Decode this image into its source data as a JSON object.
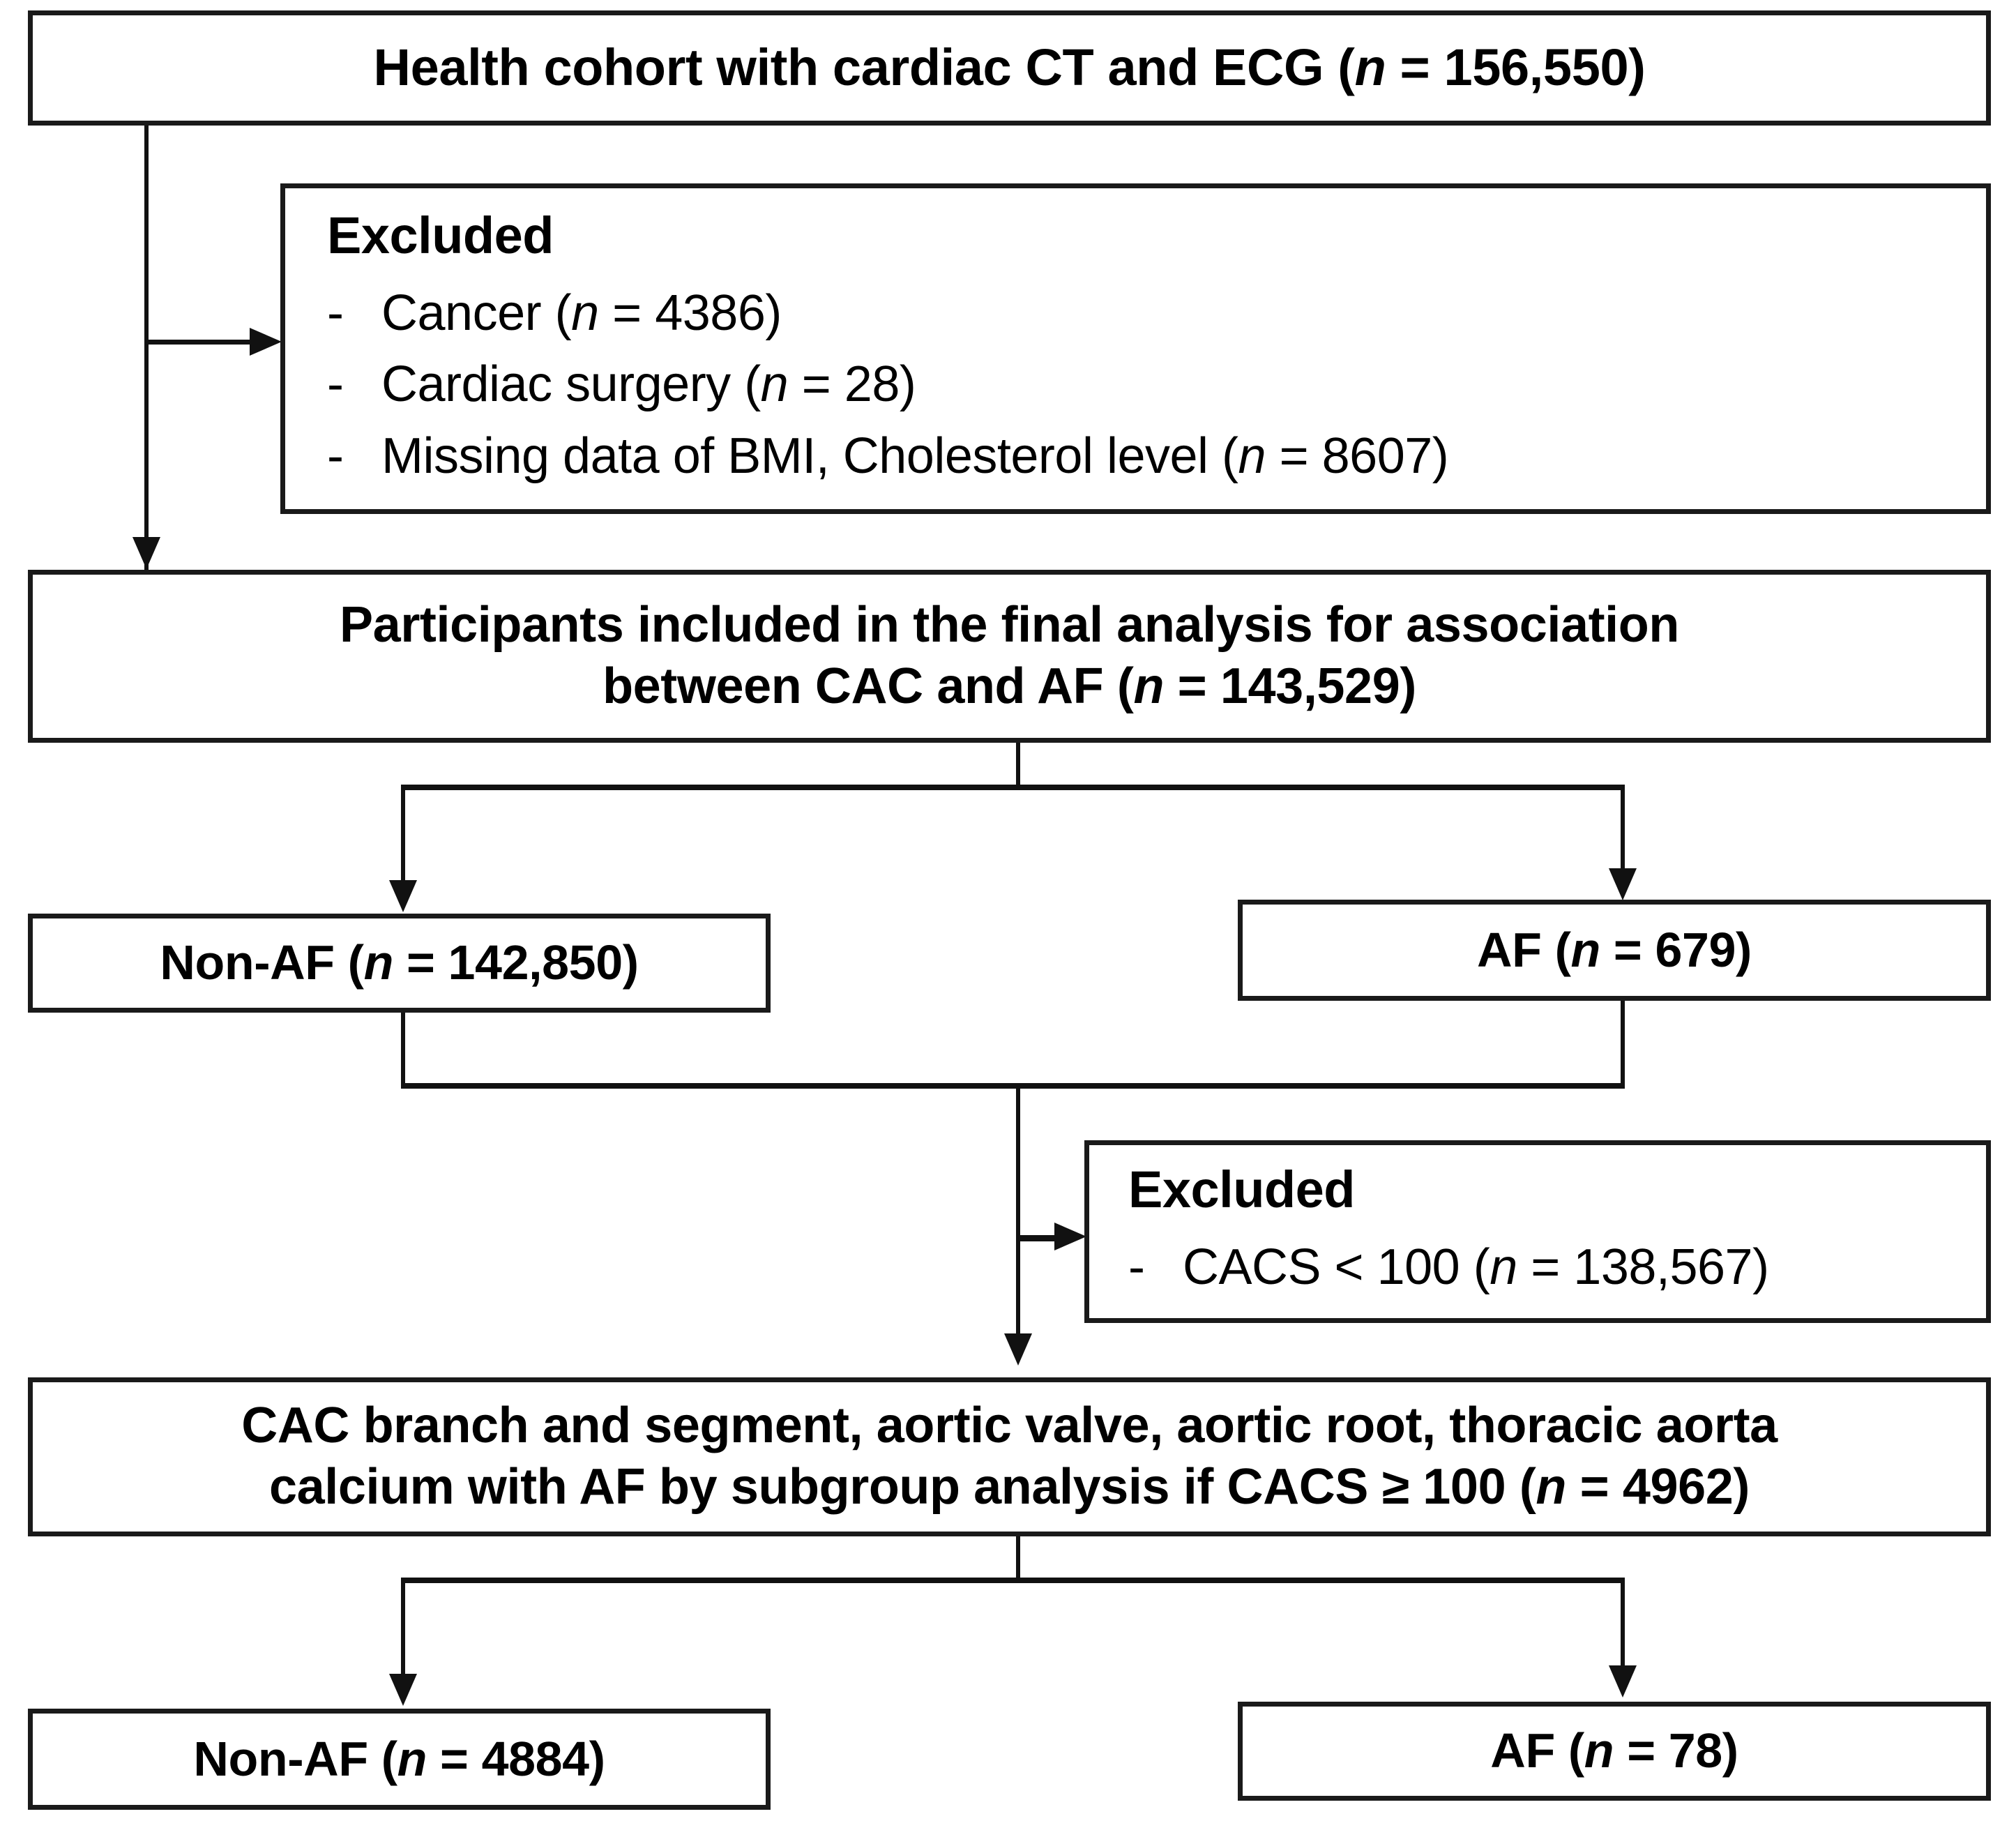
{
  "figure": {
    "type": "study-flow-diagram",
    "title": "Study flow diagram of health cohort with cardiac CT and ECG"
  },
  "nodes": {
    "cohort": {
      "label": "Health cohort with cardiac CT and ECG (n = 156,550)",
      "n": "156,550"
    },
    "excluded_1": {
      "title": "Excluded",
      "items": [
        {
          "bullet": "-",
          "text": "Cancer (n = 4386)",
          "n": "4386"
        },
        {
          "bullet": "-",
          "text": "Cardiac surgery (n = 28)",
          "n": "28"
        },
        {
          "bullet": "-",
          "text": "Missing data of BMI, Cholesterol level (n = 8607)",
          "n": "8607"
        }
      ]
    },
    "included": {
      "line1": "Participants included in the final analysis for association",
      "line2": "between CAC and AF (n = 143,529)",
      "n": "143,529"
    },
    "non_af_1": {
      "label": "Non-AF (n = 142,850)",
      "n": "142,850"
    },
    "af_1": {
      "label": "AF (n = 679)",
      "n": "679"
    },
    "excluded_2": {
      "title": "Excluded",
      "items": [
        {
          "bullet": "-",
          "text": "CACS < 100 (n = 138,567)",
          "n": "138,567"
        }
      ]
    },
    "subgroup": {
      "line1": "CAC branch and segment, aortic valve, aortic root, thoracic aorta",
      "line2": "calcium with AF by subgroup analysis if CACS ≥ 100 (n = 4962)",
      "n": "4962"
    },
    "non_af_2": {
      "label": "Non-AF (n = 4884)",
      "n": "4884"
    },
    "af_2": {
      "label": "AF (n = 78)",
      "n": "78"
    }
  },
  "connectors": [
    {
      "name": "cohort-to-included",
      "kind": "arrow-down"
    },
    {
      "name": "cohort-to-excluded-1",
      "kind": "arrow-right"
    },
    {
      "name": "included-split-non-af-1",
      "kind": "arrow-down"
    },
    {
      "name": "included-split-af-1",
      "kind": "arrow-down"
    },
    {
      "name": "merge-to-subgroup",
      "kind": "arrow-down"
    },
    {
      "name": "merge-to-excluded-2",
      "kind": "arrow-right"
    },
    {
      "name": "subgroup-split-non-af-2",
      "kind": "arrow-down"
    },
    {
      "name": "subgroup-split-af-2",
      "kind": "arrow-down"
    }
  ],
  "style": {
    "stroke": "#111111",
    "box_border": "#1a1a1a",
    "background": "#ffffff",
    "text": "#000000"
  }
}
